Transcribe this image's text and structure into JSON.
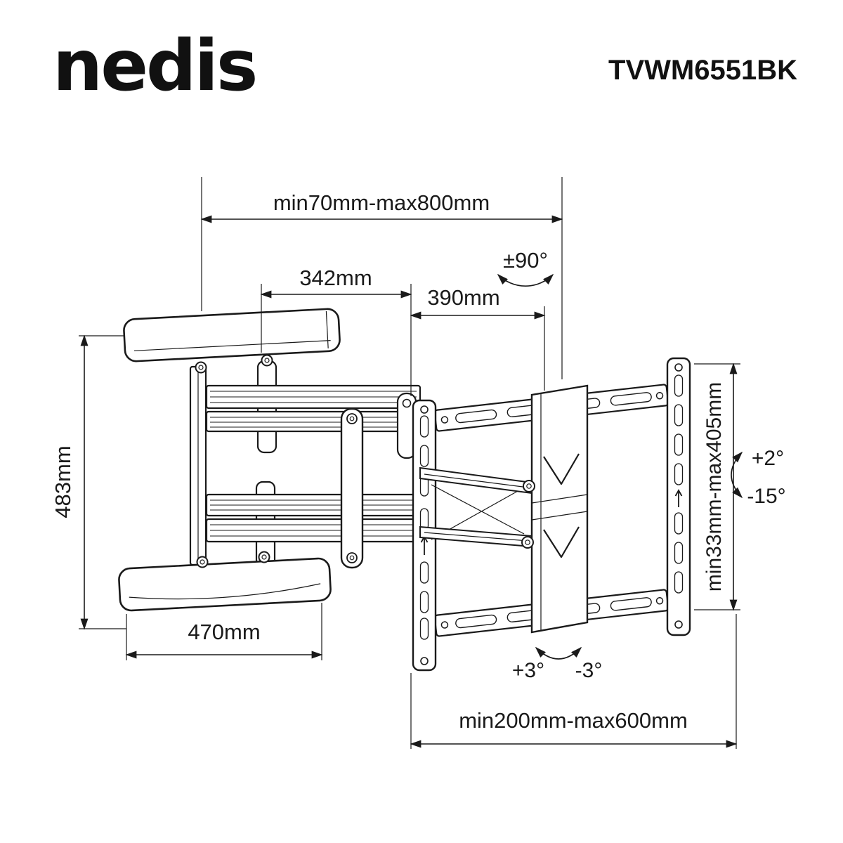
{
  "header": {
    "brand": "nedis",
    "model": "TVWM6551BK"
  },
  "colors": {
    "ink": "#1a1a1a",
    "background": "#ffffff"
  },
  "diagram": {
    "dimensions": {
      "extension_range": "min70mm-max800mm",
      "swivel": "±90°",
      "arm_front": "342mm",
      "arm_rear": "390mm",
      "wall_height": "483mm",
      "wall_width": "470mm",
      "vesa_height": "min33mm-max405mm",
      "tilt_up": "+2°",
      "tilt_down": "-15°",
      "level_plus": "+3°",
      "level_minus": "-3°",
      "vesa_width": "min200mm-max600mm"
    }
  }
}
